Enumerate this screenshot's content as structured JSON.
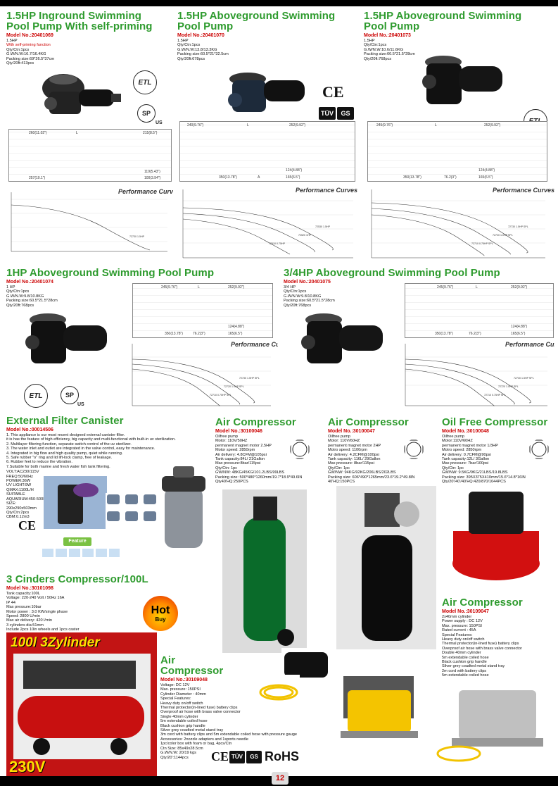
{
  "page_number": "12",
  "p1": {
    "title_l1": "1.5HP Inground Swimming",
    "title_l2": "Pool Pump With self-priming",
    "model": "Model No.:20401069",
    "specs": [
      "1.5HP",
      "With self-priming function",
      "Qty/Ctn:1pcs",
      "G.W/N.W:16.7/16.4KG",
      "Packing size:69*26.5*37cm",
      "Qty/20ft:413pcs"
    ],
    "dims": [
      "260(11.02\")",
      "L",
      "215(8.5\")",
      "257(10.1\")",
      "100(3.94\")",
      "119(5.43\")"
    ],
    "certs": [
      "ETL",
      "SP",
      "US"
    ],
    "perf": "Performance Curves",
    "series": [
      "72730 1.5HP"
    ]
  },
  "p2": {
    "title_l1": "1.5HP Aboveground Swimming",
    "title_l2": "Pool Pump",
    "model": "Model No.:20401070",
    "specs": [
      "1.5HP",
      "Qty/Ctn:1pcs",
      "G.W/N.W:13.8/13.3KG",
      "Packing size:60.5*21*32.5cm",
      "Qty/20ft:678pcs"
    ],
    "dims": [
      "240(9.76\")",
      "L",
      "252(9.92\")",
      "350(13.78\")",
      "A",
      "124(4.88\")",
      "165(6.5\")"
    ],
    "certs": [
      "CE",
      "TÜV",
      "GS"
    ],
    "perf": "Performance Curves",
    "series": [
      "72530 1.5HP",
      "72520 1HP",
      "72510 0.75HP"
    ]
  },
  "p3": {
    "title_l1": "1.5HP Aboveground Swimming",
    "title_l2": "Pool Pump",
    "model": "Model No.:20401073",
    "specs": [
      "1.5HP",
      "Qty/Ctn:1pcs",
      "G.W/N.W:10.6/11.6KG",
      "Packing size:60.5*21.5*28cm",
      "Qty/20ft:768pcs"
    ],
    "dims": [
      "245(9.76\")",
      "L",
      "252(9.92\")",
      "350(13.78\")",
      "76.2(3\")",
      "124(4.88\")",
      "165(6.5\")"
    ],
    "certs": [
      "ETL"
    ],
    "perf": "Performance Curves",
    "series": [
      "72730 1.5HP SPL",
      "72720 1.0HP SPL",
      "72710 0.75HP SPL"
    ]
  },
  "p4": {
    "title": "1HP Aboveground Swimming Pool Pump",
    "model": "Model No.:20401074",
    "specs": [
      "1 HP",
      "Qty/Ctn:1pcs",
      "G.W/N.W:9.8/10.8KG",
      "Packing size:60.5*21.5*28cm",
      "Qty/20ft:768pcs"
    ],
    "dims": [
      "245(9.76\")",
      "L",
      "252(9.92\")",
      "350(13.78\")",
      "76.2(3\")",
      "124(4.88\")",
      "165(6.5\")"
    ],
    "certs": [
      "ETL",
      "SP",
      "US"
    ],
    "perf": "Performance Curves",
    "series": [
      "72730 1.5HP SPL",
      "72720 1.0HP SPL",
      "72710 0.75HP SPL"
    ]
  },
  "p5": {
    "title": "3/4HP Aboveground Swimming Pool Pump",
    "model": "Model No.:20401075",
    "specs": [
      "3/4 HP",
      "Qty/Ctn:1pcs",
      "G.W/N.W:9.8/10.8KG",
      "Packing size:60.5*21.5*28cm",
      "Qty/20ft:768pcs"
    ],
    "dims": [
      "245(9.76\")",
      "L",
      "252(9.92\")",
      "350(13.78\")",
      "76.2(3\")",
      "124(4.88\")",
      "165(6.5\")"
    ],
    "perf": "Performance Curves",
    "series": [
      "72730 1.5HP SPL",
      "72720 1.0HP SPL",
      "72710 0.75HP SPL"
    ]
  },
  "filter": {
    "title": "External Filter Canister",
    "model": "Model No.:00014506",
    "specs": [
      "1. This appliance is our most recent designed external canister filter.",
      "it is has the feature of high efficiency, big capacity and multi-functional with built-in uv sterilization.",
      "2. Multilayer filtering function, separate switch control of the uv sterilizer.",
      "3. The water inlet and outlet are integrated in the valve control, easy for maintenance.",
      "4. Integrated in big flow and high quality pump, quiet while running.",
      "5. Safe rubber \"o\" ring and lid lift-lock clamp, free of leakage.",
      "6. Rubber feet to reduce the vibration.",
      "7.Suitable for both marine and fresh water fish tank filtering."
    ],
    "specs2": [
      "VOLT:AC230/115V",
      "FREQ:50/60Hz",
      "POWER:36W",
      "UV LIGHT:9W",
      "QMAX:1100L/H",
      "SUITABLE",
      "AQUARIUM:450-500L",
      "SIZE:",
      "290x290x503mm",
      "Qty/Ctn:2pcs",
      "CBM:0.12m3"
    ],
    "feature": "Feature",
    "ce": "CE"
  },
  "ac1": {
    "title": "Air Compressor",
    "model": "Model No.:30100046",
    "specs": [
      "Oilfree pump",
      "Motor: 110V/50HZ",
      "permanent magnet motor 2.5HP",
      "Motor speed: 2850rpm",
      "Air delivery: 4.8CFM@105psi",
      "Tank capacity:84L/ 21Gallon",
      "Max pressure:8bar/115psi",
      "Qty/Ctn: 1pc",
      "GW/NW: 48KG/45KG/101.2LBS/99LBS",
      "Packing size: 500*480*1260mm/19.7*18.9*49.6IN",
      "Qty40'HQ:250PCS"
    ]
  },
  "ac2": {
    "title": "Air Compressor",
    "model": "Model No.:30100047",
    "specs": [
      "Oilfree pump",
      "Motor: 110V/60HZ",
      "permanent magnet motor 2HP",
      "Motro speed: 1100rpm",
      "Air delivery: 4.2CFM@100psi",
      "Tank capacity: 116L/ 29Gallon",
      "Max pressure: 8bar/115psi",
      "Qty/Ctn: 1pc",
      "GW/NW: 94KG/92KG/206LBS/202LBS",
      "Packing size: 606*490*1265mm/23.6*19.2*49.8IN",
      "40'HQ:150PCS"
    ]
  },
  "ac3": {
    "title": "Oil Free Compressor",
    "model": "Model No.:30100048",
    "specs": [
      "Oilfree pump",
      "Motor:110V/60HZ",
      "permanent magnet motor 1/3HP",
      "Motro speed: 2850rpm",
      "Air delivery: 0.7CFM@90psi",
      "Tank capacity:12L/ 3Gallon",
      "Max pressure: 7bar/100psi",
      "Qty/Ctn: 1pc",
      "GW/NW: 9.5KG/9KG/21LBS/19.8LBS",
      "Packing size: 395X375X410mm/15.6*14.8*16IN",
      "Qty/20'/40'/40'HQ:420/870/1044PCS"
    ]
  },
  "cyl": {
    "title": "3 Cinders Compressor/100L",
    "model": "Model No.:30101098",
    "specs": [
      "Tank capacity:100L",
      "Voltage: 220-240 Volt / 50Hz 16A",
      "IP 44",
      "Max pressure:10bar",
      "Motor power : 3.0 KW/single phase",
      "Speed: 2800 U/min",
      "Max air delivery: 420 l/min",
      "3 cylinders dia:51mm",
      "Include 2pcs 10in wheels and 1pcs caster"
    ],
    "hot1": "Hot",
    "hot2": "Buy",
    "banner_t": "100l 3Zylinder",
    "banner_v": "230V"
  },
  "ac4": {
    "title_l1": "Air",
    "title_l2": "Compressor",
    "model": "Model No.:30109048",
    "specs": [
      "Voltage: DC 12V",
      "Max. pressure: 150PSI",
      "Cylinder Diameter : 40mm",
      "Special Features:",
      "Heavy duty on/off switch",
      "Thermal protector(in-lined fuse) battery clips",
      "Overproof air hose with brass valve connector",
      "Single 40mm cylinder",
      "5m extendable coiled hose",
      "Black cushion grip handle",
      "Silver grey coadted metal stand tray",
      "3m cord with battery clips and 5m extendable coiled hose with pressure gauge",
      "Accessories: 2nozzle adapters and 1sports needle",
      "1pc/color box with foam or bag, 4pcs/Ctn",
      "Ctn Size: 85x49x28.5cm",
      "G.W/N.W: 20/19 kgs",
      "Qty/20':1144pcs"
    ],
    "certs": [
      "CE",
      "TÜV",
      "GS",
      "RoHS"
    ]
  },
  "ac5": {
    "title": "Air Compressor",
    "model": "Model No.:30109047",
    "specs": [
      "2x40mm cylinder",
      "Power supply : DC 12V",
      "Max. pressure: 150PSI",
      "Rated current : 45A",
      "Special Features:",
      "Heavy duty on/off switch",
      "Thermal protector(in-lined fuse) battery clips",
      "Overproof air hose with brass valve connector",
      "Double 40mm cylinder",
      "5m extendable coiled hose",
      "Black cushion grip handle",
      "Silver grey coadted metal stand tray",
      "2m cord with battery clips",
      "5m extendable coiled hose"
    ]
  }
}
